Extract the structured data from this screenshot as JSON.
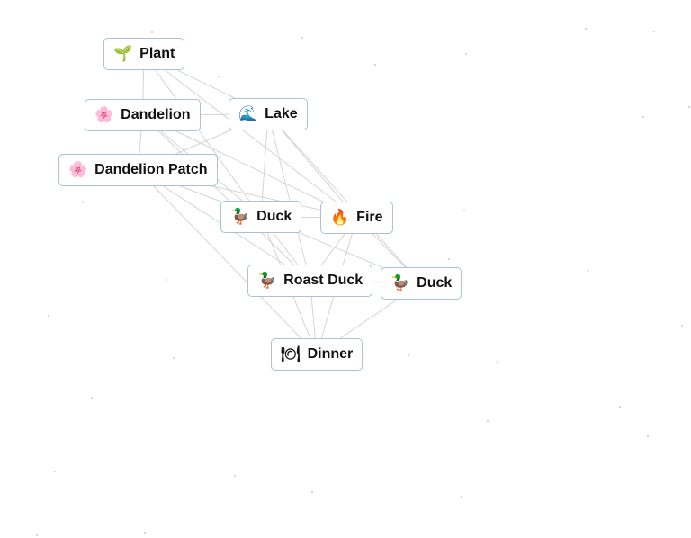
{
  "canvas": {
    "line_color": "#d4d4d4",
    "node_border_color": "#a9c3d6"
  },
  "nodes": [
    {
      "id": "plant",
      "label": "Plant",
      "icon": "seedling-icon",
      "emoji": "🌱"
    },
    {
      "id": "dandelion",
      "label": "Dandelion",
      "icon": "flower-icon",
      "emoji": "🌸"
    },
    {
      "id": "lake",
      "label": "Lake",
      "icon": "wave-icon",
      "emoji": "🌊"
    },
    {
      "id": "dandelion-patch",
      "label": "Dandelion Patch",
      "icon": "flower-icon",
      "emoji": "🌸"
    },
    {
      "id": "duck-1",
      "label": "Duck",
      "icon": "duck-icon",
      "emoji": "🦆"
    },
    {
      "id": "fire",
      "label": "Fire",
      "icon": "fire-icon",
      "emoji": "🔥"
    },
    {
      "id": "roast-duck",
      "label": "Roast Duck",
      "icon": "duck-icon",
      "emoji": "🦆"
    },
    {
      "id": "duck-2",
      "label": "Duck",
      "icon": "duck-icon",
      "emoji": "🦆"
    },
    {
      "id": "dinner",
      "label": "Dinner",
      "icon": "plate-icon",
      "emoji": "🍽"
    }
  ],
  "connections": [
    [
      "plant",
      "dandelion"
    ],
    [
      "plant",
      "lake"
    ],
    [
      "plant",
      "duck-1"
    ],
    [
      "plant",
      "fire"
    ],
    [
      "dandelion",
      "lake"
    ],
    [
      "dandelion",
      "dandelion-patch"
    ],
    [
      "dandelion",
      "duck-1"
    ],
    [
      "dandelion",
      "fire"
    ],
    [
      "dandelion",
      "roast-duck"
    ],
    [
      "lake",
      "dandelion-patch"
    ],
    [
      "lake",
      "duck-1"
    ],
    [
      "lake",
      "fire"
    ],
    [
      "lake",
      "roast-duck"
    ],
    [
      "lake",
      "duck-2"
    ],
    [
      "dandelion-patch",
      "duck-1"
    ],
    [
      "dandelion-patch",
      "fire"
    ],
    [
      "dandelion-patch",
      "roast-duck"
    ],
    [
      "dandelion-patch",
      "dinner"
    ],
    [
      "duck-1",
      "fire"
    ],
    [
      "duck-1",
      "roast-duck"
    ],
    [
      "duck-1",
      "duck-2"
    ],
    [
      "duck-1",
      "dinner"
    ],
    [
      "fire",
      "roast-duck"
    ],
    [
      "fire",
      "duck-2"
    ],
    [
      "fire",
      "dinner"
    ],
    [
      "roast-duck",
      "duck-2"
    ],
    [
      "roast-duck",
      "dinner"
    ],
    [
      "duck-2",
      "dinner"
    ]
  ]
}
